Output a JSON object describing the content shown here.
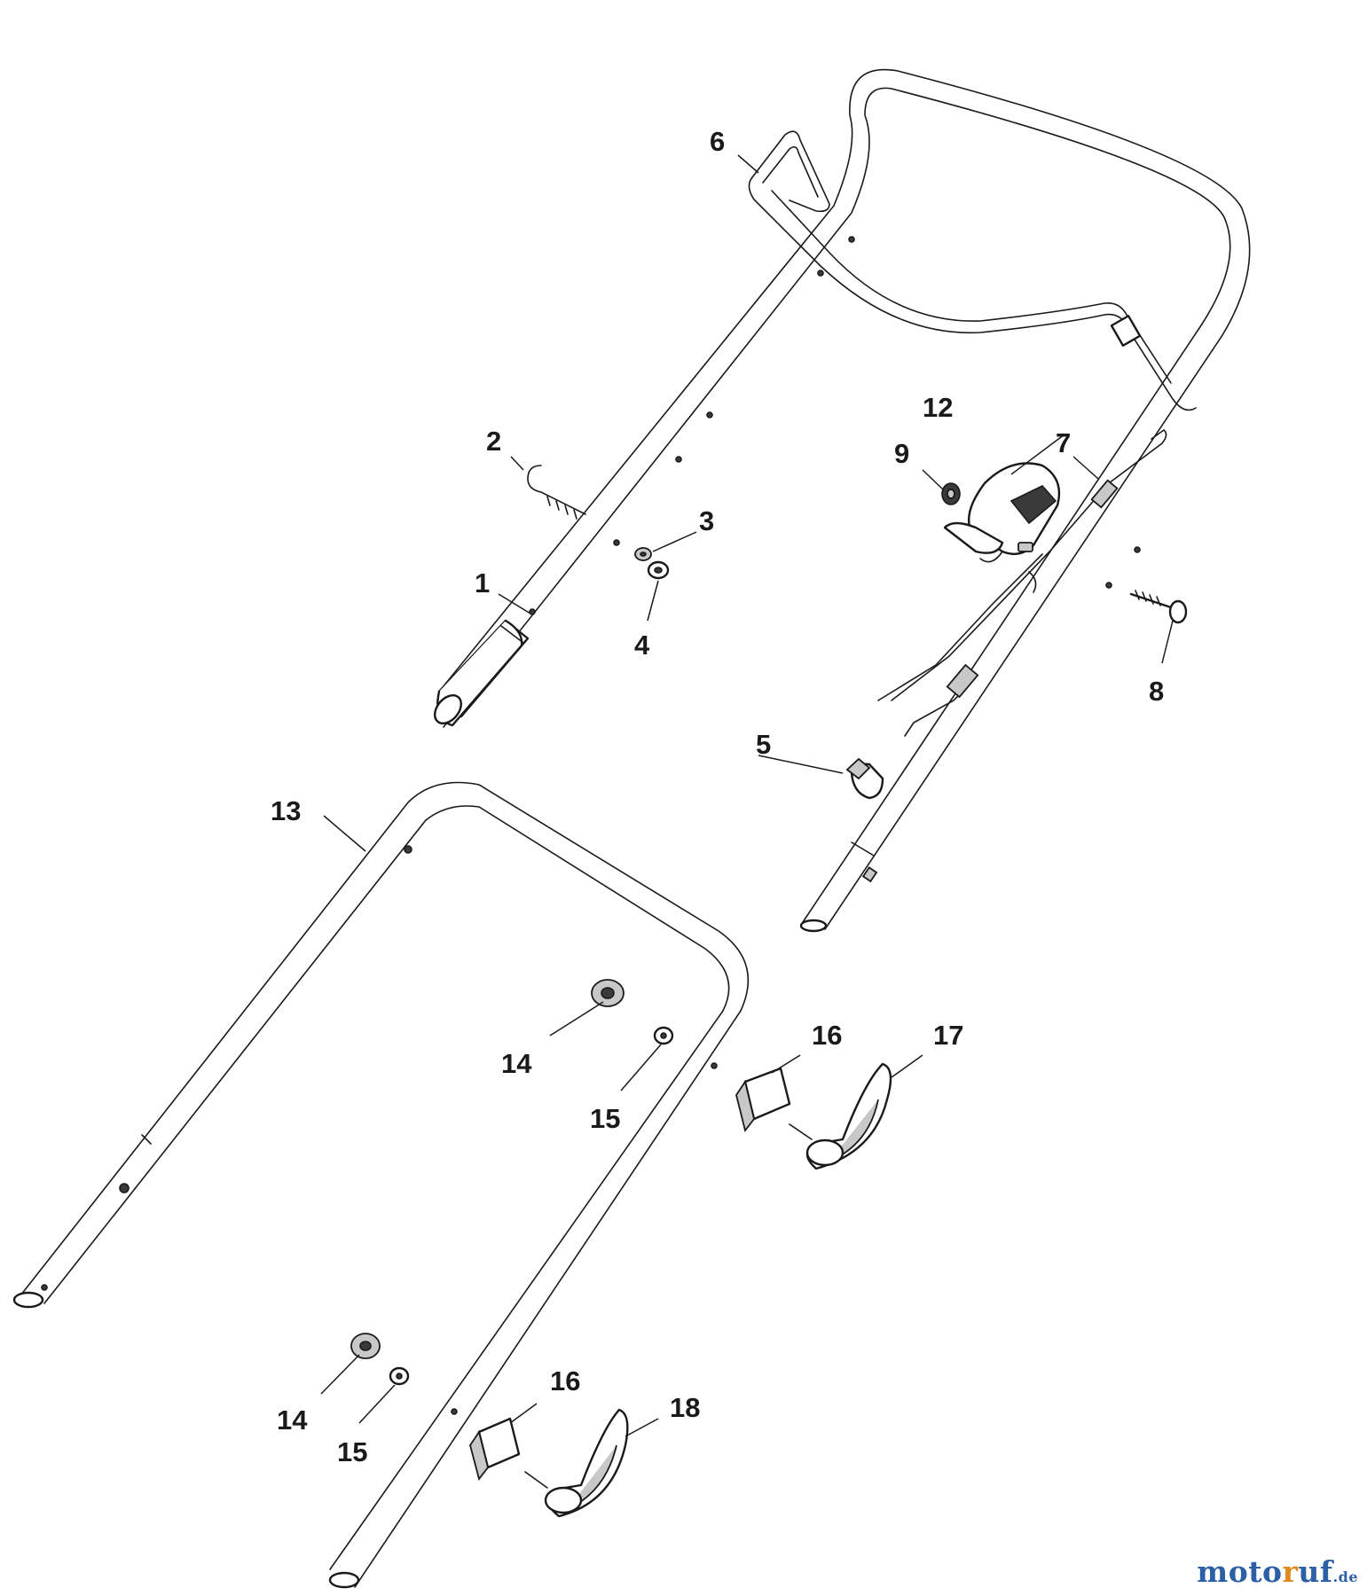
{
  "callouts": {
    "c1": "1",
    "c2": "2",
    "c3": "3",
    "c4": "4",
    "c5": "5",
    "c6": "6",
    "c7": "7",
    "c8": "8",
    "c9": "9",
    "c12": "12",
    "c13": "13",
    "c14a": "14",
    "c15a": "15",
    "c16a": "16",
    "c17": "17",
    "c14b": "14",
    "c15b": "15",
    "c16b": "16",
    "c18": "18"
  },
  "watermark": {
    "part1": "moto",
    "part2": "r",
    "part3": "uf",
    "suffix": ".de"
  },
  "colors": {
    "line": "#1a1a1a",
    "brand_blue": "#2b5fa6",
    "brand_orange": "#e08a1e"
  }
}
